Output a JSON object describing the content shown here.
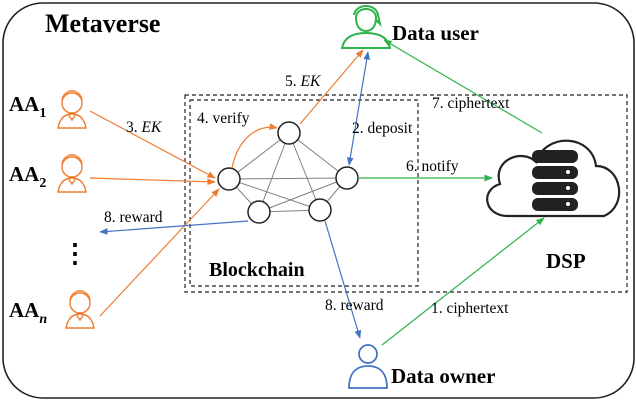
{
  "frame_title": "Metaverse",
  "entities": {
    "data_user": "Data user",
    "data_owner": "Data owner",
    "dsp": "DSP",
    "blockchain": "Blockchain"
  },
  "aas": [
    {
      "base": "AA",
      "sub": "1"
    },
    {
      "base": "AA",
      "sub": "2"
    },
    {
      "base": "AA",
      "sub": "n"
    }
  ],
  "ellipsis": "⋮",
  "steps": {
    "ciphertext_owner": "1. ciphertext",
    "deposit": "2. deposit",
    "ek_to_chain_num": "3. ",
    "ek_to_chain_key": "EK",
    "verify": "4. verify",
    "ek_to_user_num": "5. ",
    "ek_to_user_key": "EK",
    "notify": "6. notify",
    "ciphertext_user": "7. ciphertext",
    "reward_left": "8. reward",
    "reward_owner": "8. reward"
  },
  "colors": {
    "orange": "#ed7d31",
    "blue": "#4472c4",
    "green": "#2db34a",
    "dark": "#222222",
    "grey": "#808080"
  },
  "icons": [
    "person-icon",
    "database-cloud-icon",
    "user-icon"
  ]
}
